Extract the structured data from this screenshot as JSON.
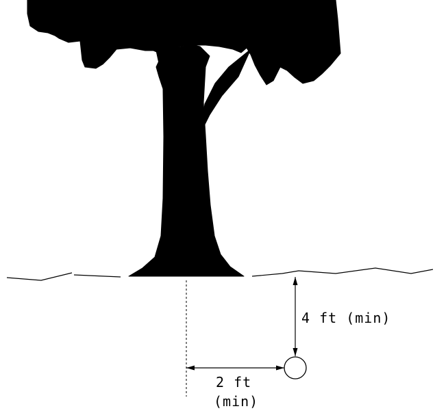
{
  "dimensions": {
    "vertical_clearance_label": "4 ft (min)",
    "horizontal_offset_label": "2 ft",
    "horizontal_offset_qualifier": "(min)"
  },
  "colors": {
    "ink": "#000000",
    "background": "#ffffff"
  }
}
